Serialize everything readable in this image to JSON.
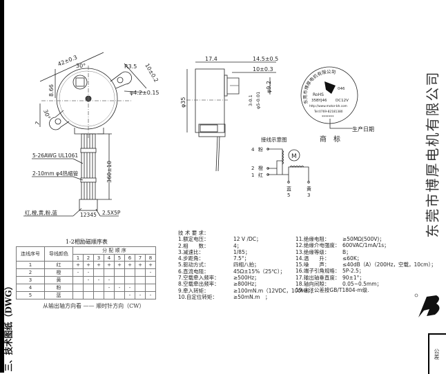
{
  "section_title": "三、技术图纸（DWG）",
  "company_name": "东莞市博厚电机有限公司",
  "front_view": {
    "dim_diagonal": "42±0.3",
    "angle_top": "30°",
    "radius": "R3.5",
    "ear_width": "10±0.2",
    "hole_dia": "φ4.2±0.15",
    "offset": "8.66",
    "angle_left": "30°",
    "dim_7": "7",
    "wire_spec": "5-26AWG UL1061",
    "sleeve_spec": "2-10mm φ4热缩管",
    "wire_colors": "红,橙,黄,粉,蓝",
    "pin_numbers": "12345",
    "connector": "2.5X5P",
    "lead_length": "360±10"
  },
  "side_view": {
    "body_length": "17.4",
    "shaft_total": "14.5±0.5",
    "shaft_len": "10±0.3",
    "boss_dia": "φ9.2",
    "body_dia": "φ35",
    "flat": "3-0.1",
    "shaft_dia": "φ5-0.01"
  },
  "trademark": {
    "arc_text": "东莞市博厚电机有限公司",
    "rohs": "RoHS",
    "model": "35BYJ46",
    "voltage": "DC12V",
    "code": "046",
    "url": "http://www.motor-bh.com",
    "tel": "Tel:0769-82181380",
    "date_mark": "*******",
    "date_label": "生产日期",
    "caption": "商　标"
  },
  "wiring": {
    "title": "接线示意图",
    "motor": "M",
    "pins": [
      {
        "num": "4",
        "color": "粉"
      },
      {
        "num": "2",
        "color": "橙"
      },
      {
        "num": "1",
        "color": "红"
      },
      {
        "num": "5",
        "color": "蓝"
      },
      {
        "num": "3",
        "color": "黄"
      }
    ]
  },
  "sequence_table": {
    "title": "1-2相励磁顺序表",
    "headers": {
      "seq": "连线序号",
      "color": "导线颜色",
      "dist": "分 配 顺 序"
    },
    "steps": [
      "1",
      "2",
      "3",
      "4",
      "5",
      "6",
      "7",
      "8"
    ],
    "rows": [
      {
        "seq": "1",
        "color": "红",
        "cells": [
          "+",
          "+",
          "+",
          "+",
          "+",
          "+",
          "+",
          "+"
        ]
      },
      {
        "seq": "2",
        "color": "橙",
        "cells": [
          "-",
          "-",
          "",
          "",
          "",
          "",
          "",
          "-"
        ]
      },
      {
        "seq": "3",
        "color": "黄",
        "cells": [
          "",
          "-",
          "-",
          "-",
          "",
          "",
          "",
          ""
        ]
      },
      {
        "seq": "4",
        "color": "粉",
        "cells": [
          "",
          "",
          "",
          "-",
          "-",
          "-",
          "",
          ""
        ]
      },
      {
        "seq": "5",
        "color": "蓝",
        "cells": [
          "",
          "",
          "",
          "",
          "",
          "-",
          "-",
          "-"
        ]
      }
    ],
    "footer": "从输出轴方向看 —— 顺时针方向（CW）"
  },
  "specs": {
    "title": "技 术 要 求：",
    "left": [
      {
        "k": "1.额定电压：",
        "v": "12 V /DC；"
      },
      {
        "k": "2.相　　数：",
        "v": "4；"
      },
      {
        "k": "3.减速比：",
        "v": "1/85；"
      },
      {
        "k": "4.步距角：",
        "v": "7.5°；"
      },
      {
        "k": "5.驱动方式：",
        "v": "四相八拍；"
      },
      {
        "k": "6.直流电阻：",
        "v": "45Ω±15%（25℃）；"
      },
      {
        "k": "7.空载牵入频率：",
        "v": "≥500Hz；"
      },
      {
        "k": "8.空载牵出频率：",
        "v": "≥800Hz；"
      },
      {
        "k": "9.牵入转矩：",
        "v": "≥100mN.m（12VDC，100Hz）；"
      },
      {
        "k": "10.自定位转矩：",
        "v": "≥50mN.m　；"
      }
    ],
    "right": [
      {
        "k": "11.绝缘电阻：",
        "v": "≥50MΩ(500V)；"
      },
      {
        "k": "12.绝缘介电强度：",
        "v": "600VAC/1mA/1s；"
      },
      {
        "k": "13.绝缘等级：",
        "v": "B；"
      },
      {
        "k": "14.温　　升：",
        "v": "≤60K；"
      },
      {
        "k": "15.噪　　声：",
        "v": "≤40dB（A）（200Hz，空载，10cm）；"
      },
      {
        "k": "16.端子引角规格：",
        "v": "5P-2.5；"
      },
      {
        "k": "17.输出轴垂直度：",
        "v": "90±1°；"
      },
      {
        "k": "18.轴向间隙：",
        "v": "0.05~0.5mm；"
      },
      {
        "k": "19.未注公差按GB/T1804-m级.",
        "v": ""
      }
    ]
  },
  "tolerance_label": "公差",
  "logo": "BH"
}
